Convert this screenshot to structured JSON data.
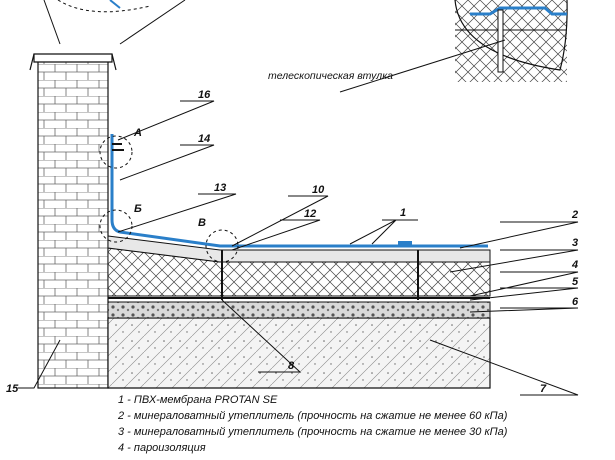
{
  "callout_label": "телескопическая втулка",
  "detail_letters": [
    "А",
    "Б",
    "В"
  ],
  "markers": [
    "1",
    "2",
    "3",
    "4",
    "5",
    "6",
    "7",
    "8",
    "10",
    "12",
    "13",
    "14",
    "15",
    "16"
  ],
  "legend": [
    "1 - ПВХ-мембрана  PROTAN SE",
    "2 - минераловатный утеплитель (прочность на сжатие не менее  60 кПа)",
    "3 - минераловатный утеплитель (прочность на сжатие не менее  30 кПа)",
    "4 - пароизоляция"
  ],
  "colors": {
    "membrane": "#2a7fc9",
    "line": "#111111"
  }
}
